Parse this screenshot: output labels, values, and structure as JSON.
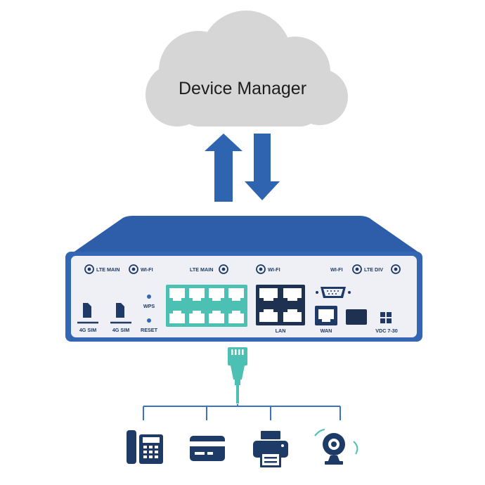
{
  "cloud": {
    "label": "Device Manager",
    "color": "#d6d6d6"
  },
  "arrows": {
    "up": "uplink-arrow",
    "down": "downlink-arrow",
    "color": "#2f64b0"
  },
  "router": {
    "body_color": "#3566b3",
    "panel_color": "#eef0f5",
    "top_labels": [
      "LTE MAIN",
      "WI-FI",
      "LTE MAIN",
      "WI-FI",
      "WI-FI",
      "LTE DIV"
    ],
    "sim_labels": [
      "4G SIM",
      "4G SIM"
    ],
    "button_labels": [
      "WPS",
      "RESET"
    ],
    "lan_label": "LAN",
    "wan_label": "WAN",
    "power_label": "VDC 7-30",
    "switch_port_color": "#4cc0b2",
    "lan_port_color": "#1f3150"
  },
  "cable": {
    "color": "#4cc0b2"
  },
  "devices": [
    {
      "name": "ip-phone",
      "icon": "phone-icon"
    },
    {
      "name": "card-terminal",
      "icon": "credit-card-icon"
    },
    {
      "name": "printer",
      "icon": "printer-icon"
    },
    {
      "name": "webcam",
      "icon": "webcam-icon"
    }
  ],
  "device_color": "#1e3a66",
  "tree_color": "#3a73c4"
}
